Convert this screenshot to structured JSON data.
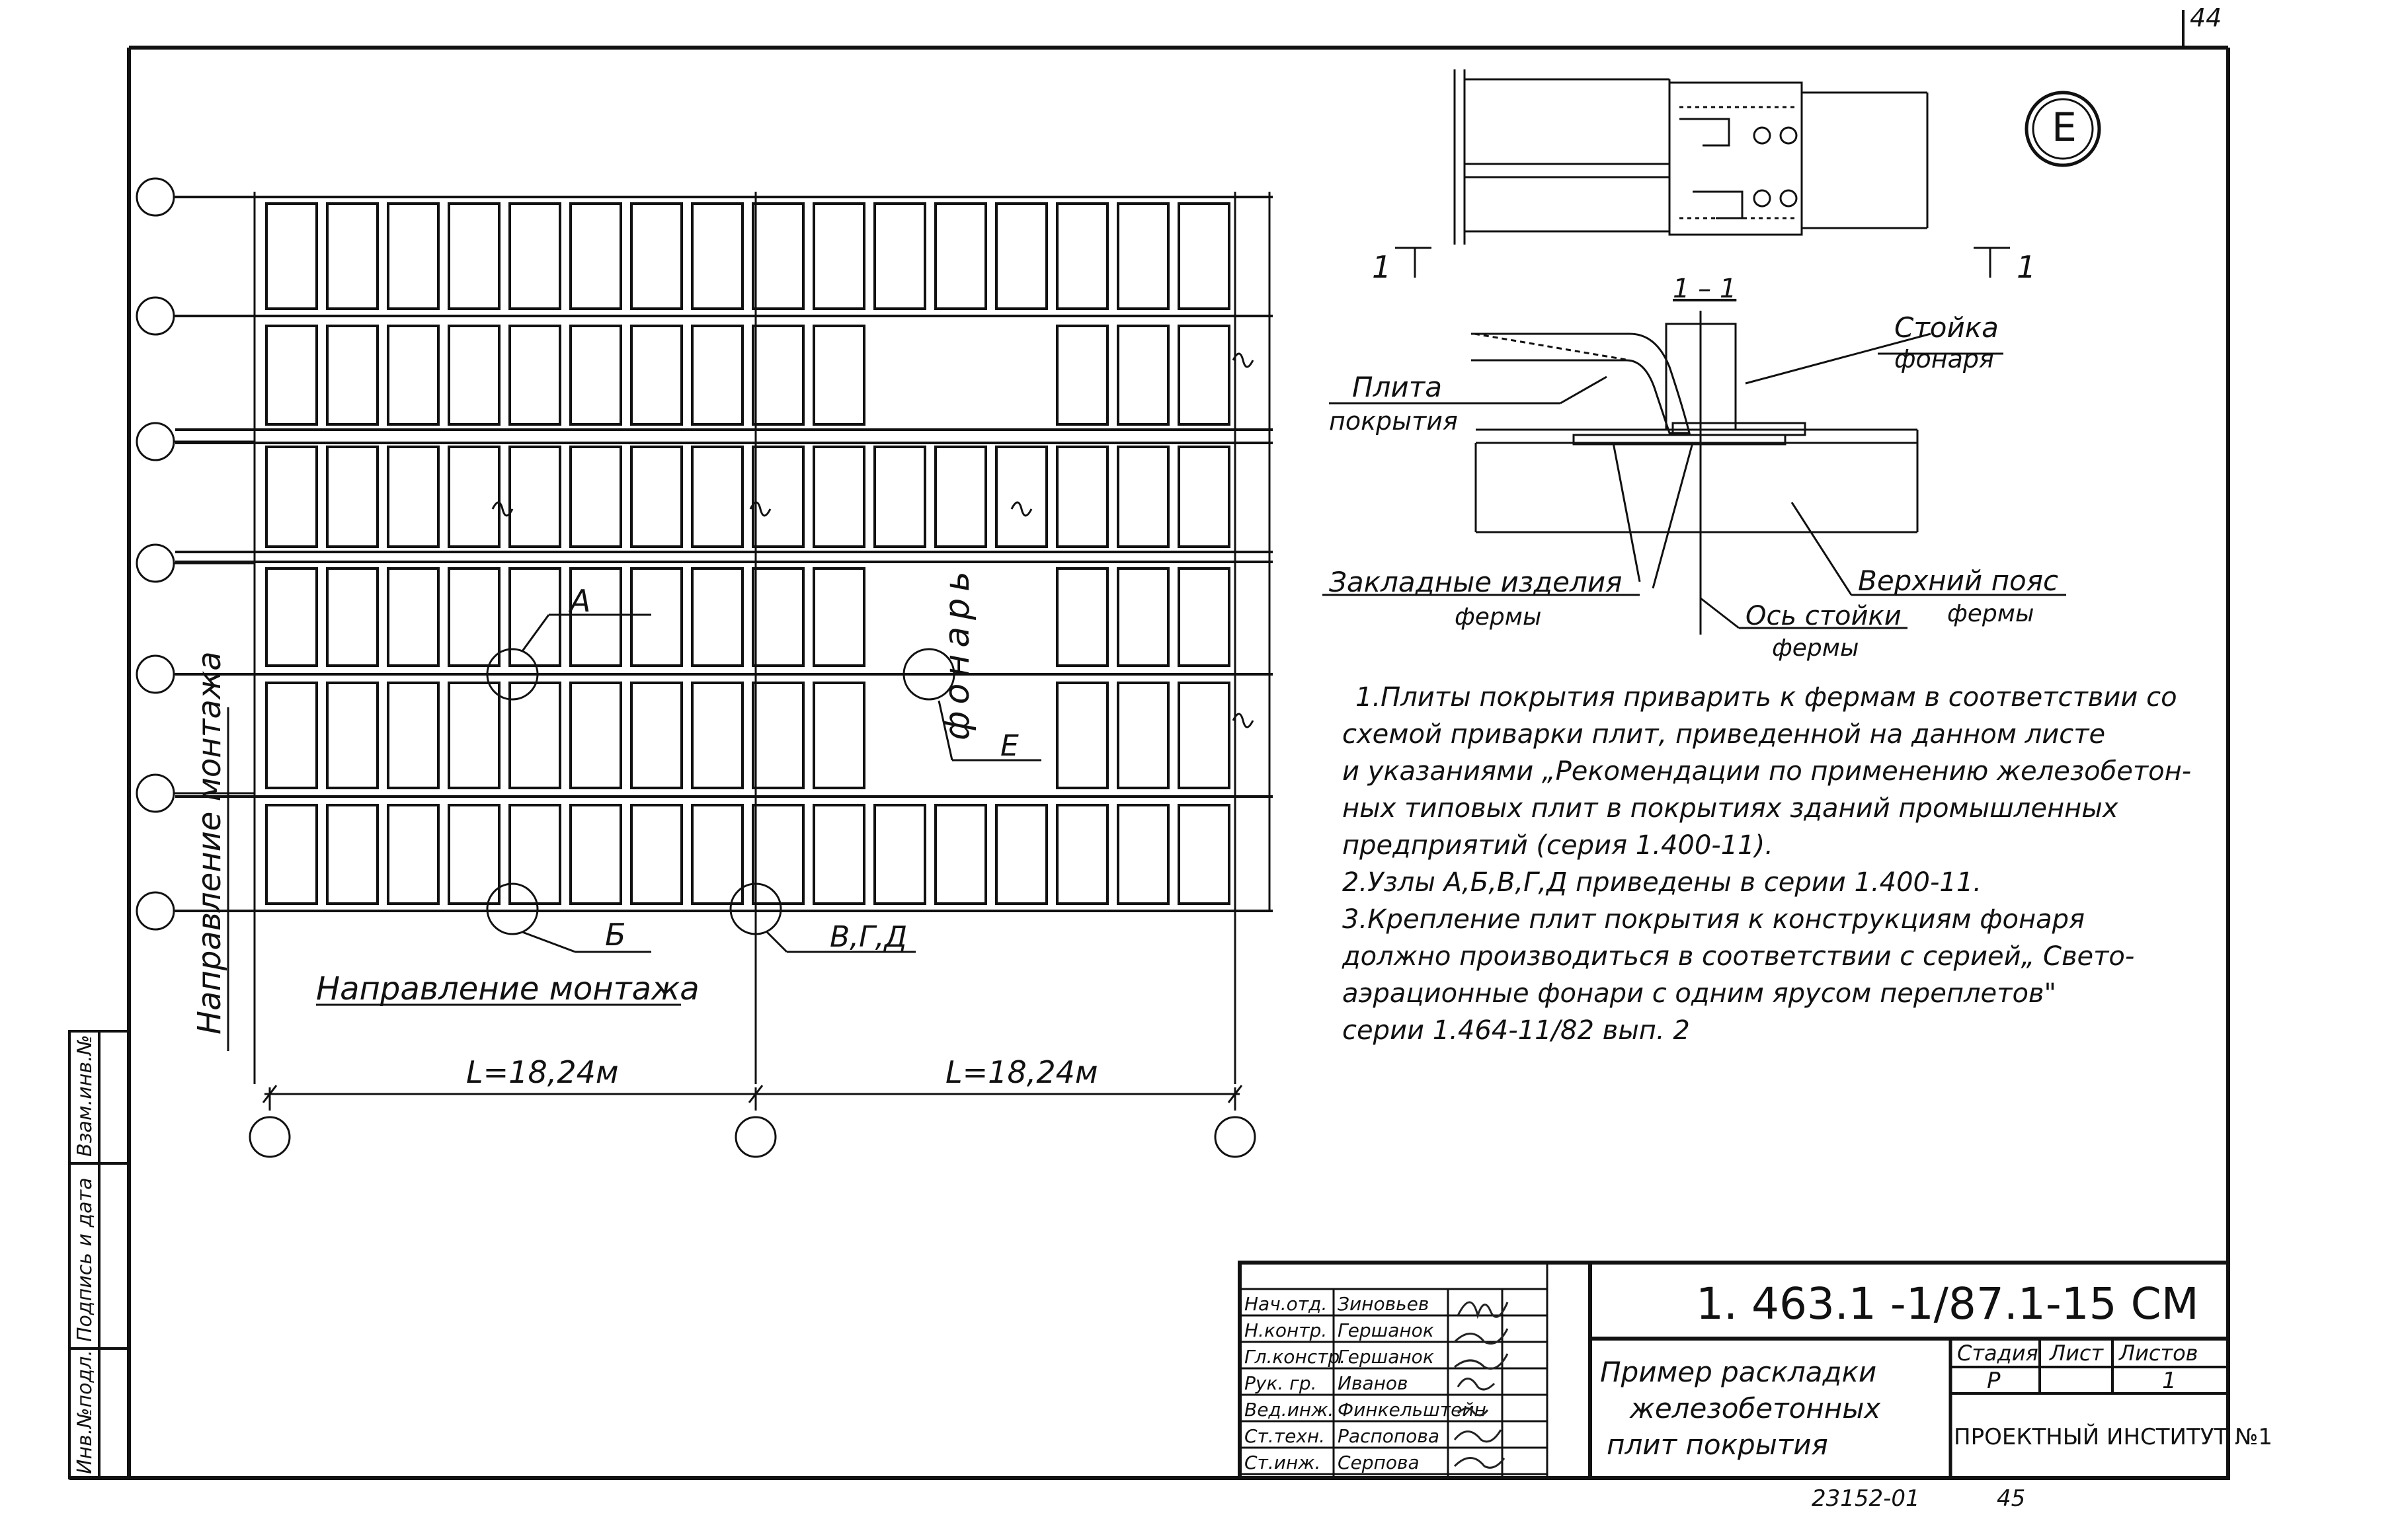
{
  "page_number": "44",
  "detail_mark": "Е",
  "section_marks": {
    "left": "1",
    "right": "1",
    "title": "1 – 1"
  },
  "section_labels": {
    "post": [
      "Стойка",
      "фонаря"
    ],
    "slab": [
      "Плита",
      "покрытия"
    ],
    "embedded": [
      "Закладные изделия",
      "фермы"
    ],
    "top_chord": [
      "Верхний пояс",
      "фермы"
    ],
    "axis": [
      "Ось стойки",
      "фермы"
    ]
  },
  "plan_labels": {
    "node_a": "А",
    "node_b": "Б",
    "node_vgd": "В,Г,Д",
    "node_e": "Е",
    "lantern": "фонарь",
    "direction_h": "Направление монтажа",
    "direction_v": "Направление монтажа",
    "span_left": "L=18,24м",
    "span_right": "L=18,24м"
  },
  "notes": [
    "1.Плиты покрытия приварить к фермам  в соответствии со",
    "схемой приварки плит, приведенной на данном листе",
    "и указаниями „Рекомендации по применению железобетон-",
    "ных типовых плит в покрытиях зданий  промышленных",
    "предприятий  (серия 1.400-11).",
    "  2.Узлы А,Б,В,Г,Д приведены  в серии 1.400-11.",
    "  3.Крепление плит покрытия  к конструкциям фонаря",
    "должно  производиться в соответствии с серией„ Свето-",
    "аэрационные  фонари с одним ярусом переплетов\"",
    "серии  1.464-11/82    вып. 2"
  ],
  "side_stamp": [
    "Инв.№подл.",
    "Подпись и дата",
    "Взам.инв.№"
  ],
  "title_block": {
    "code": "1. 463.1 -1/87.1-15 СМ",
    "title": [
      "Пример раскладки",
      "железобетонных",
      "плит покрытия"
    ],
    "stage_header": "Стадия",
    "sheet_header": "Лист",
    "sheets_header": "Листов",
    "stage": "Р",
    "sheets": "1",
    "institute": "ПРОЕКТНЫЙ ИНСТИТУТ №1",
    "roles": [
      {
        "role": "Нач.отд.",
        "name": "Зиновьев"
      },
      {
        "role": "Н.контр.",
        "name": "Гершанок"
      },
      {
        "role": "Гл.констр.",
        "name": "Гершанок"
      },
      {
        "role": "Рук. гр.",
        "name": "Иванов"
      },
      {
        "role": "Вед.инж.",
        "name": "Финкельштейн"
      },
      {
        "role": "Ст.техн.",
        "name": "Распопова"
      },
      {
        "role": "Ст.инж.",
        "name": "Серпова"
      }
    ]
  },
  "footer": {
    "number": "23152-01",
    "page": "45"
  }
}
